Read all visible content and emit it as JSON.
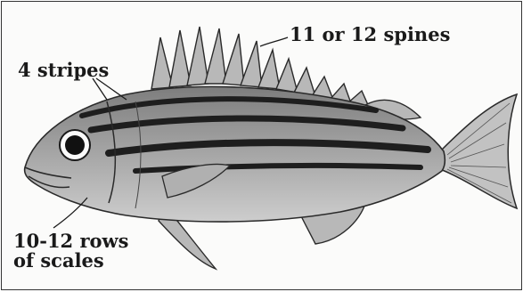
{
  "labels": {
    "stripes": "4 stripes",
    "spines": "11 or 12 spines",
    "rows_line1": "10-12 rows",
    "rows_line2": "of scales"
  },
  "colors": {
    "body": "#9b9b9b",
    "belly": "#c4c4c4",
    "stripe": "#1e1e1e",
    "fin": "#b5b5b5",
    "outline": "#2a2a2a"
  }
}
